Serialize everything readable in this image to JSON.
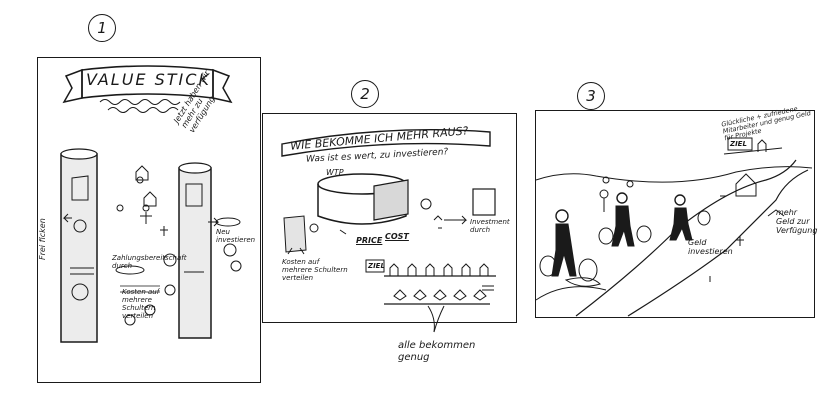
{
  "panels": [
    {
      "number": "1",
      "banner": "VALUE STICK",
      "labels": {
        "top_right": "Jetzt haben wir mehr zu verfügung",
        "left_side": "Frei ficken",
        "middle_box": "Zahlungsbereitschaft durch",
        "right_label": "Neu investieren",
        "kosten": "Kosten auf mehrere Schultern verteilen"
      }
    },
    {
      "number": "2",
      "title": "WIE BEKOMME ICH MEHR RAUS?",
      "subtitle": "Was ist es wert, zu investieren?",
      "labels": {
        "wtp": "WTP",
        "price": "PRICE",
        "cost": "COST",
        "right": "Investment durch",
        "left": "Kosten auf mehrere Schultern verteilen",
        "ziel": "ZIEL"
      },
      "annotation": "alle bekommen genug"
    },
    {
      "number": "3",
      "labels": {
        "top_right": "Glückliche + zufriedene Mitarbeiter und genug Geld für Projekte",
        "geld": "Geld investieren",
        "mehr": "mehr Geld zur Verfügung",
        "ziel": "ZIEL"
      }
    }
  ]
}
